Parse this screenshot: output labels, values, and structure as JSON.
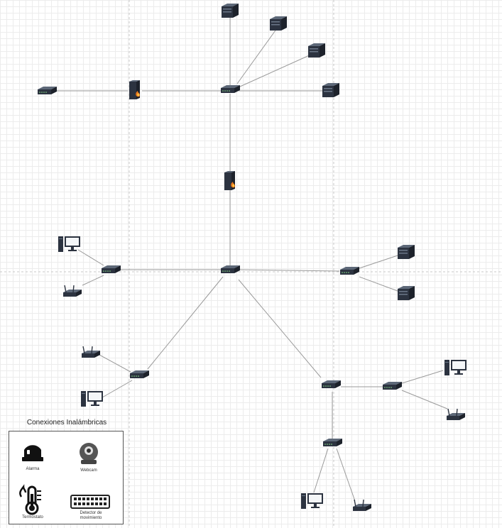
{
  "legend": {
    "title": "Conexiones Inalámbricas",
    "alarm_label": "Alarma",
    "webcam_label": "Webcam",
    "thermostat_label": "Termostato",
    "motion_label": "Detector de movimiento"
  },
  "colors": {
    "device_dark": "#2c3340",
    "device_mid": "#45505f",
    "line": "#9a9a9a",
    "firewall_flame": "#e8761c",
    "monitor_blue": "#3b5b85"
  }
}
